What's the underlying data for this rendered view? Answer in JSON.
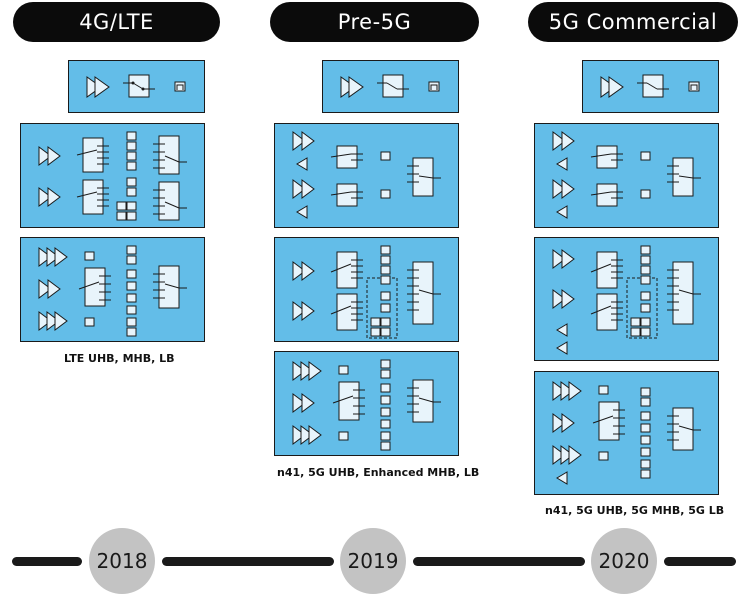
{
  "columns": [
    {
      "header": "4G/LTE",
      "caption": "LTE UHB, MHB, LB"
    },
    {
      "header": "Pre-5G",
      "caption": "n41, 5G UHB, Enhanced MHB, LB"
    },
    {
      "header": "5G Commercial",
      "caption": "n41, 5G UHB, 5G MHB, 5G LB"
    }
  ],
  "timeline": {
    "years": [
      "2018",
      "2019",
      "2020"
    ]
  },
  "colors": {
    "box_fill": "#63bde8",
    "pill": "#0b0b0b",
    "year_circle": "#c3c3c3"
  }
}
